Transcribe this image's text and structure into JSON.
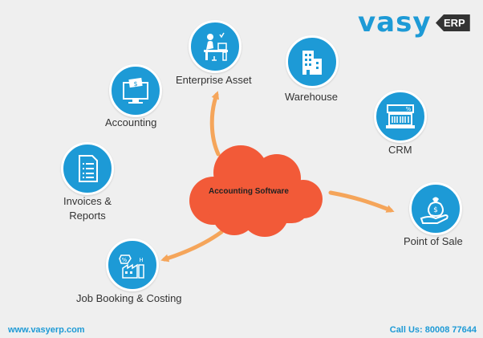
{
  "brand": {
    "name": "vasy",
    "tag": "ERP",
    "color": "#1d9ad6"
  },
  "center": {
    "label": "Accounting Software",
    "color": "#f25a38"
  },
  "nodes": {
    "enterprise_asset": {
      "label": "Enterprise Asset",
      "icon": "office-desk-icon"
    },
    "warehouse": {
      "label": "Warehouse",
      "icon": "building-icon"
    },
    "accounting": {
      "label": "Accounting",
      "icon": "computer-money-icon"
    },
    "crm": {
      "label": "CRM",
      "icon": "register-receipt-icon"
    },
    "invoices": {
      "label_line1": "Invoices &",
      "label_line2": "Reports",
      "icon": "document-list-icon"
    },
    "point_of_sale": {
      "label": "Point of Sale",
      "icon": "money-bag-hand-icon"
    },
    "job_booking": {
      "label": "Job Booking & Costing",
      "icon": "percent-factory-icon"
    }
  },
  "footer": {
    "website": "www.vasyerp.com",
    "call": "Call Us: 80008 77644"
  },
  "colors": {
    "node": "#1d9ad6",
    "arrow": "#f5a55a",
    "background": "#efefef"
  }
}
